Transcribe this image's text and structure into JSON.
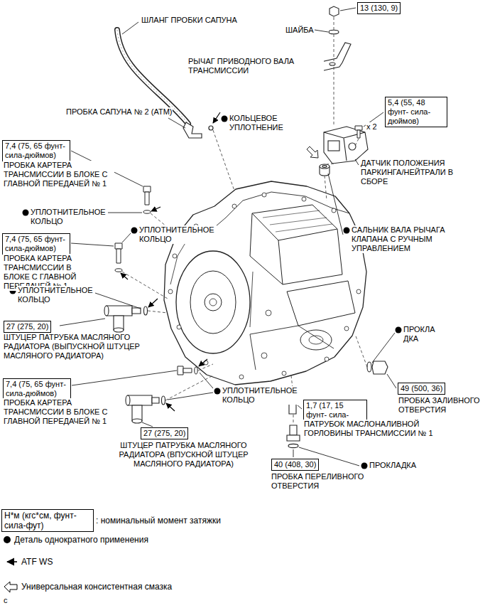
{
  "diagram": {
    "nodes": [
      {
        "text": [
          "13 (130, 9)"
        ]
      },
      {
        "text": [
          "5,4 (55, 48 фунт- сила-дюймов)"
        ]
      },
      {
        "text": [
          "7,4 (75, 65 фунт- сила-дюймов)"
        ]
      },
      {
        "text": [
          "7,4 (75, 65 фунт- сила-дюймов)"
        ]
      },
      {
        "text": [
          "27 (275, 20)"
        ]
      },
      {
        "text": [
          "49 (500, 36)"
        ]
      },
      {
        "text": [
          "7,4 (75, 65 фунт- сила-дюймов)"
        ]
      },
      {
        "text": [
          "1,7 (17, 15 фунт- сила-дюймов)"
        ]
      },
      {
        "text": [
          "27 (275, 20)"
        ]
      },
      {
        "text": [
          "40 (408, 30)"
        ]
      },
      {
        "text": [
          "Н*м (кгс*см, фунт- сила-фут)"
        ]
      }
    ],
    "labels": [
      "ШЛАНГ ПРОБКИ САПУНА",
      "ШАЙБА",
      "РЫЧАГ ПРИВОДНОГО ВАЛА ТРАНСМИССИИ",
      "x 2",
      "ПРОБКА САПУНА № 2 (ATM)",
      "КОЛЬЦЕВОЕ УПЛОТНЕНИЕ",
      "ПРОБКА КАРТЕРА ТРАНСМИССИИ В БЛОКЕ С ГЛАВНОЙ ПЕРЕДАЧЕЙ № 1",
      "ДАТЧИК ПОЛОЖЕНИЯ ПАРКИНГА/НЕЙТРАЛИ В СБОРЕ",
      "УПЛОТНИТЕЛЬНОЕ КОЛЬЦО",
      "УПЛОТНИТЕЛЬНОЕ КОЛЬЦО",
      "САЛЬНИК ВАЛА РЫЧАГА КЛАПАНА С РУЧНЫМ УПРАВЛЕНИЕМ",
      "ПРОБКА КАРТЕРА ТРАНСМИССИИ В БЛОКЕ С ГЛАВНОЙ ПЕРЕДАЧЕЙ № 1",
      "УПЛОТНИТЕЛЬНОЕ КОЛЬЦО",
      "ШТУЦЕР ПАТРУБКА МАСЛЯНОГО РАДИАТОРА (ВЫПУСКНОЙ ШТУЦЕР МАСЛЯНОГО РАДИАТОРА)",
      "ПРОКЛА ДКА",
      "ПРОБКА ЗАЛИВНОГО ОТВЕРСТИЯ",
      "ПРОБКА КАРТЕРА ТРАНСМИССИИ В БЛОКЕ С ГЛАВНОЙ ПЕРЕДАЧЕЙ № 1",
      "УПЛОТНИТЕЛЬНОЕ КОЛЬЦО",
      "ПАТРУБОК МАСЛОНАЛИВНОЙ ГОРЛОВИНЫ ТРАНСМИССИИ № 1",
      "ШТУЦЕР ПАТРУБКА МАСЛЯНОГО РАДИАТОРА (ВПУСКНОЙ ШТУЦЕР МАСЛЯНОГО РАДИАТОРА)",
      "ПРОКЛАДКА",
      "ПРОБКА ПЕРЕЛИВНОГО ОТВЕРСТИЯ",
      "c"
    ],
    "legend": [
      {
        "text": ": номинальный момент затяжки"
      },
      {
        "text": "Деталь однократного применения"
      },
      {
        "text": "ATF WS"
      },
      {
        "text": "Универсальная консистентная смазка"
      }
    ]
  }
}
